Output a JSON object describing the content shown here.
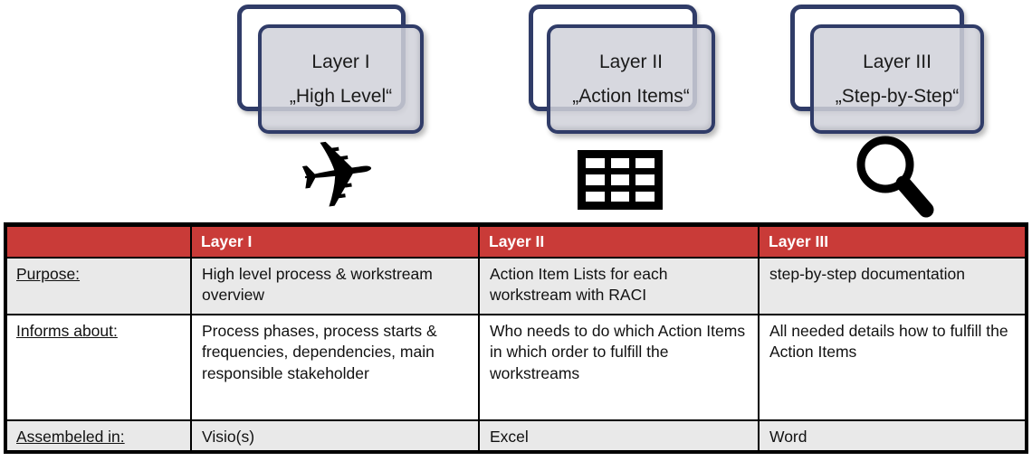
{
  "cards": [
    {
      "title": "Layer I",
      "subtitle": "„High Level“"
    },
    {
      "title": "Layer II",
      "subtitle": "„Action Items“"
    },
    {
      "title": "Layer III",
      "subtitle": "„Step-by-Step“"
    }
  ],
  "icons": {
    "airplane_name": "airplane-icon",
    "airplane_glyph": "✈",
    "grid_name": "table-grid-icon",
    "magnifier_name": "magnifier-icon"
  },
  "colors": {
    "header_red": "#C93B38",
    "card_border_navy": "#303C68",
    "card_fill_gray": "#D0D1D9",
    "row_alt_gray": "#E9E9E9",
    "table_line_black": "#000000",
    "header_text_white": "#FFFFFF",
    "icon_black": "#000000"
  },
  "table": {
    "header": [
      "",
      "Layer I",
      "Layer II",
      "Layer III"
    ],
    "rows": [
      {
        "label": "Purpose:",
        "cells": [
          "High level process & workstream overview",
          "Action Item Lists for each workstream with RACI",
          "step-by-step documentation"
        ]
      },
      {
        "label": "Informs about:",
        "cells": [
          "Process phases, process starts & frequencies, dependencies, main responsible stakeholder",
          "Who needs to do which Action Items in which order to fulfill the workstreams",
          "All needed details how to fulfill the Action Items"
        ]
      },
      {
        "label": "Assembeled in:",
        "cells": [
          "Visio(s)",
          "Excel",
          "Word"
        ]
      }
    ]
  }
}
